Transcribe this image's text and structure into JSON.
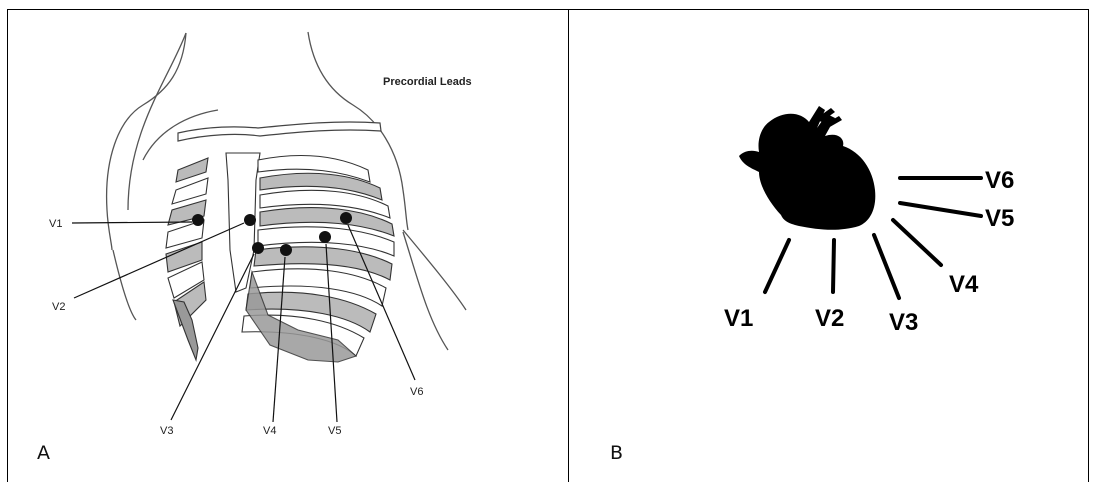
{
  "figure": {
    "panel_a": {
      "label": "A",
      "title": "Precordial Leads",
      "leads": [
        "V1",
        "V2",
        "V3",
        "V4",
        "V5",
        "V6"
      ]
    },
    "panel_b": {
      "label": "B",
      "leads": [
        "V1",
        "V2",
        "V3",
        "V4",
        "V5",
        "V6"
      ]
    }
  }
}
